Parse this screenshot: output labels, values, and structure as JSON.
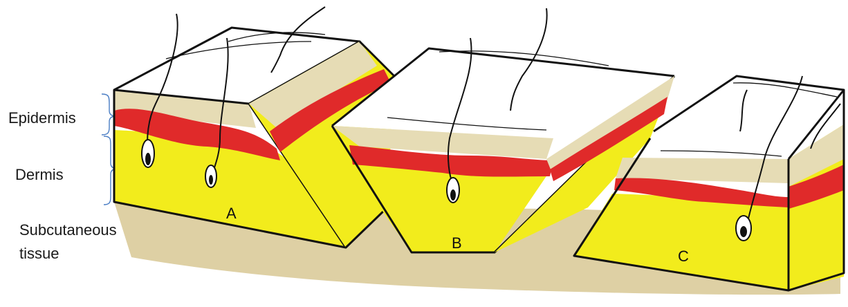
{
  "labels": {
    "epidermis": "Epidermis",
    "dermis": "Dermis",
    "subcutaneous_line1": "Subcutaneous",
    "subcutaneous_line2": "tissue"
  },
  "blocks": [
    {
      "id": "A",
      "label": "A"
    },
    {
      "id": "B",
      "label": "B"
    },
    {
      "id": "C",
      "label": "C"
    }
  ],
  "colors": {
    "subcutaneous": "#ded0a4",
    "epidermis": "#e6dcb5",
    "dermis": "#f2ec1c",
    "vascular_layer": "#e02a2a",
    "skin_top": "#ffffff",
    "outline": "#111111",
    "bracket": "#4a7dc4"
  }
}
